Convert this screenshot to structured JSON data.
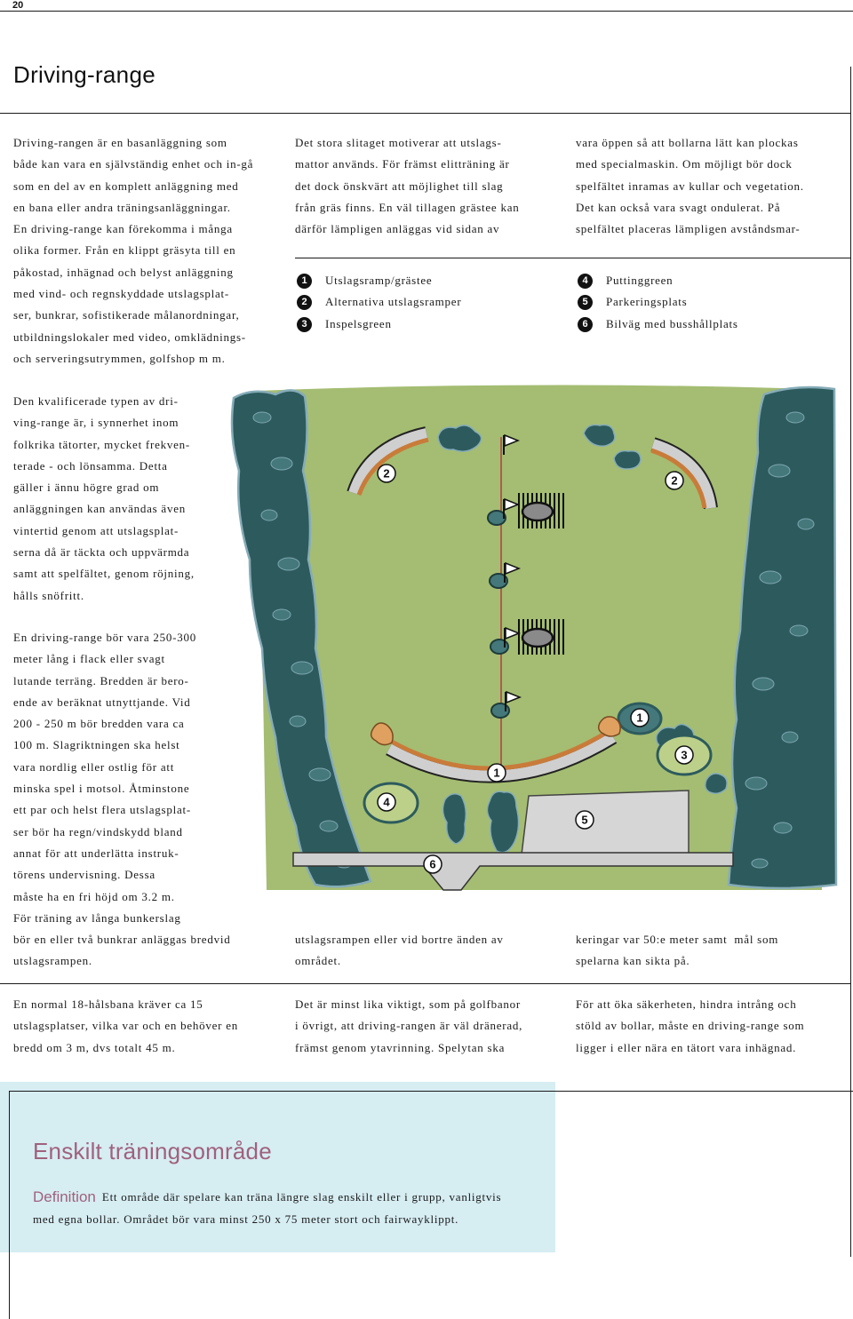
{
  "page_number": "20",
  "title": "Driving-range",
  "col1": {
    "p1": [
      "Driving-rangen är en basanläggning som",
      "både kan vara en självständig enhet och in-gå",
      "som en del av en komplett anläggning med",
      "en bana eller andra träningsanläggningar.",
      "En driving-range kan förekomma i många",
      "olika former. Från en klippt gräsyta till en",
      "påkostad, inhägnad och belyst anläggning",
      "med vind- och regnskyddade utslagsplat-",
      "ser, bunkrar, sofistikerade målanordningar,",
      "utbildningslokaler med video, omklädnings-",
      "och serveringsutrymmen, golfshop m m."
    ],
    "p2": [
      "Den kvalificerade typen av dri-",
      "ving-range är, i synnerhet inom",
      "folkrika tätorter, mycket frekven-",
      "terade - och lönsamma. Detta",
      "gäller i ännu högre grad om",
      "anläggningen kan användas även",
      "vintertid genom att utslagsplat-",
      "serna då är täckta och uppvärmda",
      "samt att spelfältet, genom röjning,",
      "hålls snöfritt."
    ],
    "p3": [
      "En driving-range bör vara 250-300",
      "meter lång i flack eller svagt",
      "lutande terräng. Bredden är bero-",
      "ende av beräknat utnyttjande. Vid",
      "200 - 250 m bör bredden vara ca",
      "100 m. Slagriktningen ska helst",
      "vara nordlig eller ostlig för att",
      "minska spel i motsol. Åtminstone",
      "ett par och helst flera utslagsplat-",
      "ser bör ha regn/vindskydd bland",
      "annat för att underlätta instruk-",
      "törens undervisning. Dessa",
      "måste ha en fri höjd om 3.2 m.",
      "För träning av långa bunkerslag",
      "bör en eller två bunkrar anläggas bredvid",
      "utslagsrampen."
    ],
    "foot": [
      "En normal 18-hålsbana kräver ca 15",
      "utslagsplatser, vilka var och en behöver en",
      "bredd om 3 m, dvs totalt 45 m."
    ]
  },
  "col2": {
    "top": [
      "Det stora slitaget motiverar att utslags-",
      "mattor används. För främst elitträning är",
      "det dock önskvärt att möjlighet till slag",
      "från gräs finns. En väl tillagen grästee kan",
      "därför lämpligen anläggas vid sidan av"
    ],
    "bottom": [
      "utslagsrampen eller vid bortre änden av",
      "området."
    ],
    "foot": [
      "Det är minst lika viktigt, som på golfbanor",
      "i övrigt, att driving-rangen är väl dränerad,",
      "främst genom ytavrinning. Spelytan ska"
    ]
  },
  "col3": {
    "top": [
      "vara öppen så att bollarna lätt kan plockas",
      "med specialmaskin. Om möjligt bör dock",
      "spelfältet inramas av kullar och vegetation.",
      "Det kan också vara svagt ondulerat. På",
      "spelfältet placeras lämpligen avståndsmar-"
    ],
    "bottom": [
      "keringar var 50:e meter samt  mål som",
      "spelarna kan sikta på."
    ],
    "foot": [
      "För att öka säkerheten, hindra intrång och",
      "stöld av bollar, måste en driving-range som",
      "ligger i eller nära en tätort vara inhägnad."
    ]
  },
  "legend": [
    {
      "num": "1",
      "label": "Utslagsramp/grästee"
    },
    {
      "num": "2",
      "label": "Alternativa utslagsramper"
    },
    {
      "num": "3",
      "label": "Inspelsgreen"
    },
    {
      "num": "4",
      "label": "Puttinggreen"
    },
    {
      "num": "5",
      "label": "Parkeringsplats"
    },
    {
      "num": "6",
      "label": "Bilväg med busshållplats"
    }
  ],
  "diagram": {
    "markers": [
      "2",
      "2",
      "1",
      "1",
      "3",
      "4",
      "5",
      "6"
    ]
  },
  "box": {
    "heading": "Enskilt träningsområde",
    "definition_label": "Definition",
    "definition_line1": "Ett område där spelare kan träna längre slag enskilt eller i grupp, vanligtvis",
    "definition_line2": "med egna bollar. Området bör vara minst 250 x 75 meter stort och fairwayklippt."
  },
  "colors": {
    "accent": "#a0617d",
    "box_background": "#d6edf2",
    "field_green": "#a4bd72",
    "hedge": "#2d5b5d",
    "ramp_orange": "#c97b3a"
  }
}
